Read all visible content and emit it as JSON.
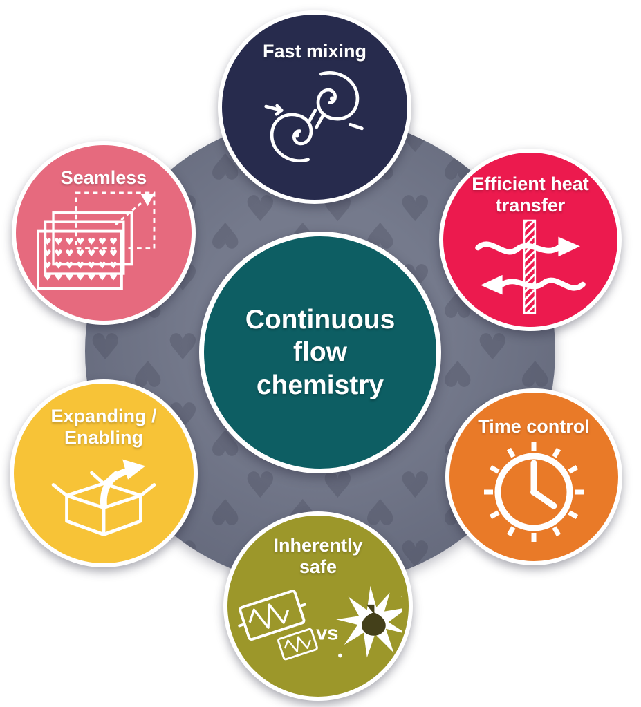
{
  "diagram": {
    "title": "Continuous flow chemistry benefits diagram",
    "background_color": "#757a8c",
    "center": {
      "label": "Continuous flow chemistry",
      "color": "#0d5e63"
    },
    "nodes": [
      {
        "id": "fast-mixing",
        "label": "Fast mixing",
        "color": "#272b4d",
        "icon": "micromixer-icon"
      },
      {
        "id": "efficient-heat-transfer",
        "label": "Efficient heat transfer",
        "color": "#ec1a4e",
        "icon": "heat-transfer-icon"
      },
      {
        "id": "time-control",
        "label": "Time control",
        "color": "#e97a28",
        "icon": "clock-icon"
      },
      {
        "id": "inherently-safe",
        "label": "Inherently safe",
        "color": "#9c972a",
        "icon": "reactor-vs-explosion-icon",
        "vs_label": "vs"
      },
      {
        "id": "expanding-enabling",
        "label": "Expanding / Enabling",
        "color": "#f7c337",
        "icon": "open-box-arrow-icon"
      },
      {
        "id": "seamless",
        "label": "Seamless",
        "color": "#e66a7e",
        "icon": "stacked-plates-icon"
      }
    ]
  }
}
